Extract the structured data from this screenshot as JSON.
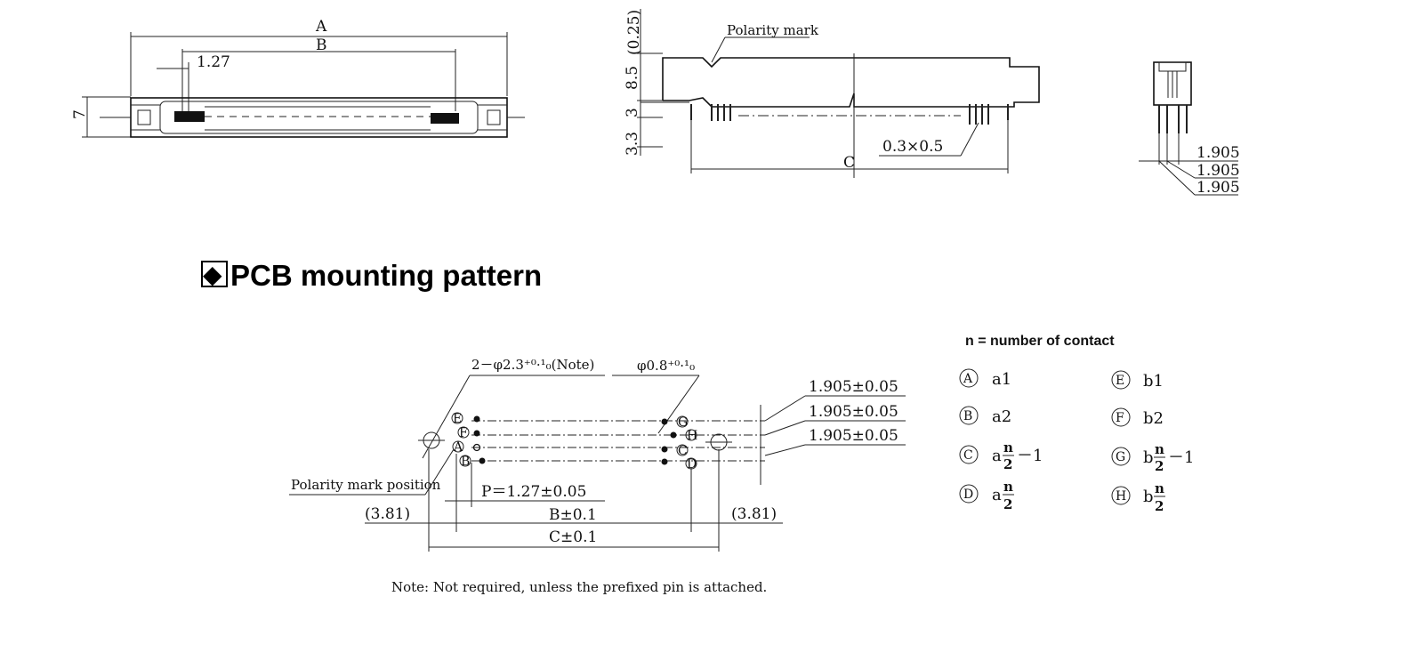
{
  "top_view": {
    "dim_a": "A",
    "dim_b": "B",
    "dim_pitch": "1.27",
    "dim_height": "7"
  },
  "side_view": {
    "dim_025": "(0.25)",
    "dim_85": "8.5",
    "dim_3": "3",
    "dim_33": "3.3",
    "polarity_mark": "Polarity mark",
    "dim_c": "C",
    "dim_pin": "0.3×0.5"
  },
  "end_view": {
    "p1": "1.905",
    "p2": "1.905",
    "p3": "1.905"
  },
  "section": {
    "marker": "◆",
    "title": "PCB mounting pattern"
  },
  "pcb": {
    "hole_large": "2－φ2.3⁺⁰·¹₀(Note)",
    "hole_small": "φ0.8⁺⁰·¹₀",
    "pitch_1": "1.905±0.05",
    "pitch_2": "1.905±0.05",
    "pitch_3": "1.905±0.05",
    "polarity_position": "Polarity mark position",
    "p_dim": "P＝1.27±0.05",
    "left_margin": "(3.81)",
    "right_margin": "(3.81)",
    "b_dim": "B±0.1",
    "c_dim": "C±0.1",
    "note": "Note: Not required, unless the prefixed pin is attached."
  },
  "legend": {
    "title": "n = number of contact",
    "items": [
      {
        "letter": "A",
        "row": "a",
        "value": "1",
        "frac": false,
        "minus": false
      },
      {
        "letter": "B",
        "row": "a",
        "value": "2",
        "frac": false,
        "minus": false
      },
      {
        "letter": "C",
        "row": "a",
        "value": "",
        "frac": true,
        "minus": true
      },
      {
        "letter": "D",
        "row": "a",
        "value": "",
        "frac": true,
        "minus": false
      },
      {
        "letter": "E",
        "row": "b",
        "value": "1",
        "frac": false,
        "minus": false
      },
      {
        "letter": "F",
        "row": "b",
        "value": "2",
        "frac": false,
        "minus": false
      },
      {
        "letter": "G",
        "row": "b",
        "value": "",
        "frac": true,
        "minus": true
      },
      {
        "letter": "H",
        "row": "b",
        "value": "",
        "frac": true,
        "minus": false
      }
    ],
    "frac_num": "n",
    "frac_den": "2",
    "minus_text": "－1"
  },
  "pcb_pin_labels": [
    "E",
    "F",
    "A",
    "B",
    "G",
    "H",
    "C",
    "D"
  ]
}
